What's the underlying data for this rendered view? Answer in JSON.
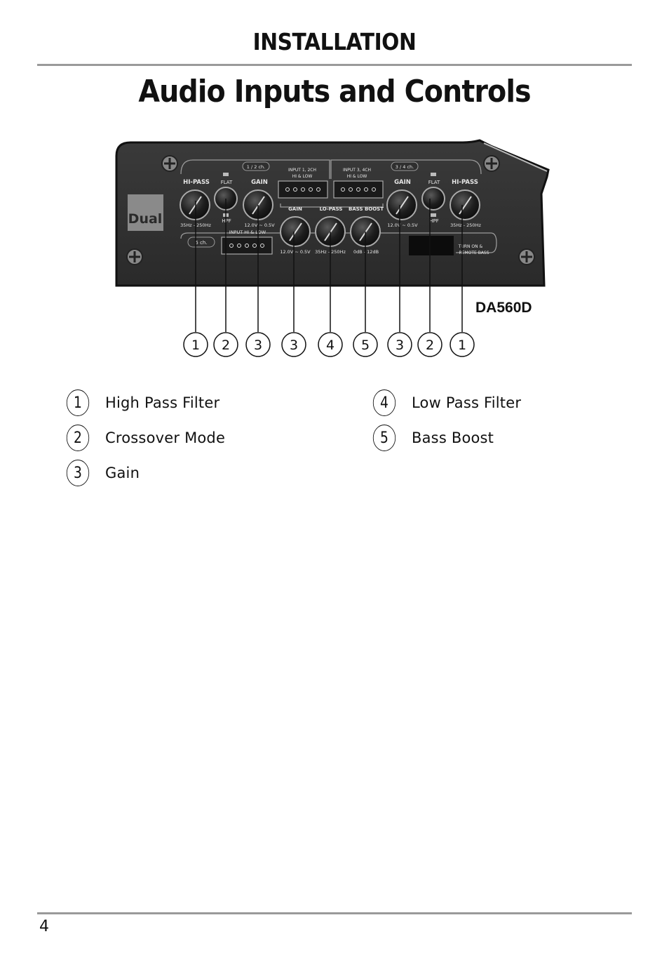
{
  "header": {
    "section": "INSTALLATION",
    "title": "Audio Inputs and Controls"
  },
  "diagram": {
    "brand": "Dual",
    "model": "DA560D",
    "panel_labels": {
      "hi_pass_left": "HI-PASS",
      "flat_left": "FLAT",
      "gain_left": "GAIN",
      "ch12": "1 / 2 ch.",
      "input12_line1": "INPUT 1, 2CH",
      "input12_line2": "HI & LOW",
      "input34_line1": "INPUT 3, 4CH",
      "input34_line2": "HI & LOW",
      "ch34": "3 / 4 ch.",
      "gain_right": "GAIN",
      "flat_right": "FLAT",
      "hi_pass_right": "HI-PASS",
      "range_hz_left": "35Hz - 250Hz",
      "hpf_left": "HPF",
      "range_v_left": "12.0V ~ 0.5V",
      "input_hi_low": "INPUT HI & LOW",
      "ch5": "5 ch.",
      "gain_mid": "GAIN",
      "lo_pass": "LO-PASS",
      "bass_boost": "BASS BOOST",
      "range_v_mid": "12.0V ~ 0.5V",
      "range_hz_mid": "35Hz - 250Hz",
      "range_db": "0dB - 12dB",
      "range_v_right": "12.0V ~ 0.5V",
      "hpf_right": "HPF",
      "range_hz_right": "35Hz - 250Hz",
      "turn_on_1": "TURN ON &",
      "turn_on_2": "REMOTE BASS"
    },
    "callouts": [
      "1",
      "2",
      "3",
      "3",
      "4",
      "5",
      "3",
      "2",
      "1"
    ]
  },
  "legend": {
    "left": [
      {
        "num": "1",
        "label": "High Pass Filter"
      },
      {
        "num": "2",
        "label": "Crossover Mode"
      },
      {
        "num": "3",
        "label": "Gain"
      }
    ],
    "right": [
      {
        "num": "4",
        "label": "Low Pass Filter"
      },
      {
        "num": "5",
        "label": "Bass Boost"
      }
    ]
  },
  "footer": {
    "page_number": "4"
  }
}
